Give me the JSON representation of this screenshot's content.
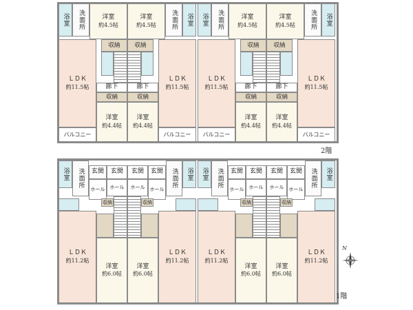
{
  "floor2": {
    "label": "2階",
    "bath": "浴室",
    "washroom": "洗面所",
    "western": "洋室",
    "western_upper_size": "約4.5帖",
    "western_lower_size": "約4.4帖",
    "storage": "収納",
    "hallway": "廊下",
    "ldk": "ＬＤＫ",
    "ldk_size": "約11.5帖",
    "balcony": "バルコニー"
  },
  "floor1": {
    "label": "1階",
    "bath": "浴室",
    "washroom": "洗面所",
    "entrance": "玄関",
    "hall": "ホール",
    "storage": "収納",
    "western": "洋室",
    "western_size": "約6.0帖",
    "ldk": "ＬＤＫ",
    "ldk_size": "約11.2帖"
  },
  "compass": {
    "north": "N"
  },
  "colors": {
    "ldk": "#f8e4d8",
    "western": "#fbf8ea",
    "bath": "#d6edf1",
    "storage": "#e3d8c3",
    "wall": "#8a8a8a"
  }
}
